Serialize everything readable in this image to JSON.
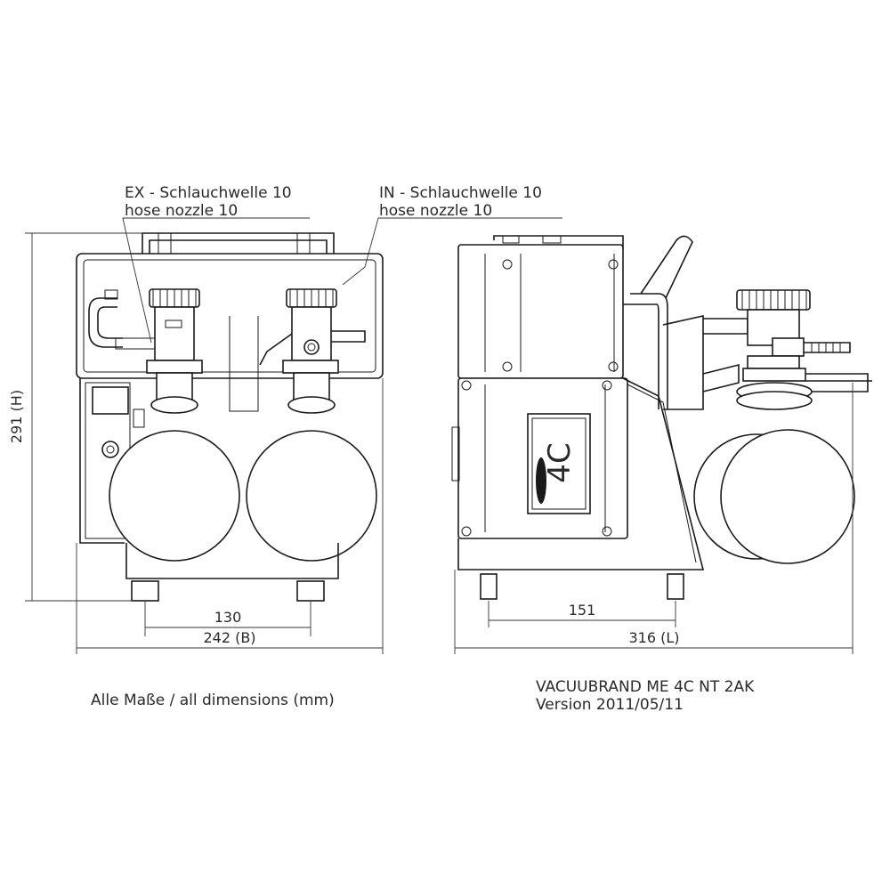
{
  "labels": {
    "ex_line1": "EX - Schlauchwelle 10",
    "ex_line2": "hose nozzle 10",
    "in_line1": "IN - Schlauchwelle 10",
    "in_line2": "hose nozzle 10",
    "height": "291 (H)",
    "dim_130": "130",
    "width": "242 (B)",
    "dim_151": "151",
    "length": "316 (L)",
    "units_note": "Alle Maße / all dimensions (mm)",
    "model": "VACUUBRAND ME 4C NT 2AK",
    "version": "Version 2011/05/11",
    "badge": "4C"
  }
}
